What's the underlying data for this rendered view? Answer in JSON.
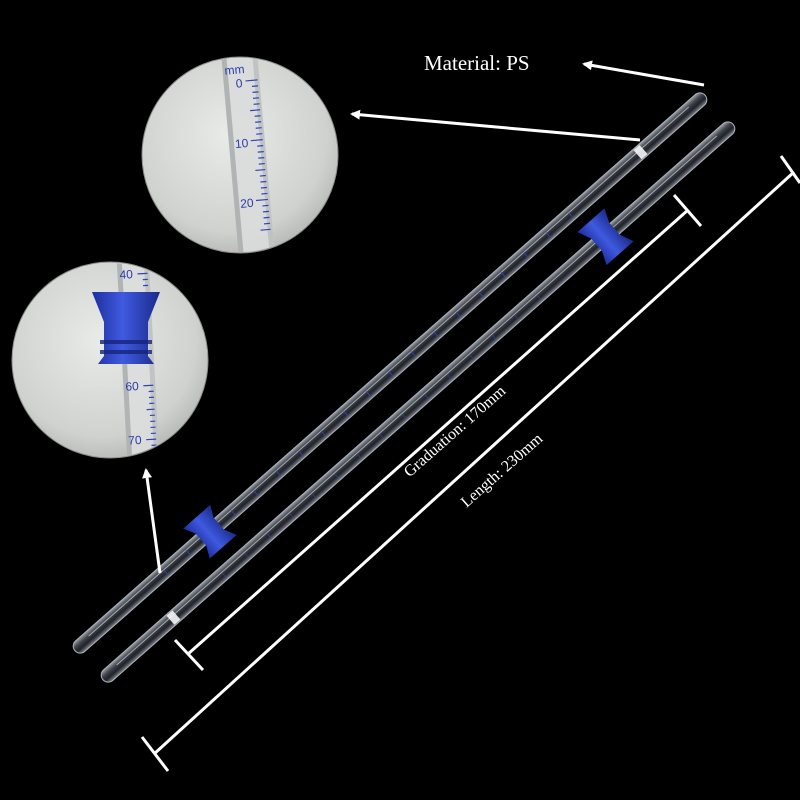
{
  "labels": {
    "material": "Material: PS",
    "graduation": "Graduation: 170mm",
    "length": "Length: 230mm"
  },
  "zoom_top": {
    "unit": "mm",
    "ticks": [
      "0",
      "10",
      "20"
    ]
  },
  "zoom_bottom": {
    "ticks": [
      "40",
      "60",
      "70"
    ]
  },
  "colors": {
    "background": "#000000",
    "annotation": "#ffffff",
    "plug": "#2f48c8",
    "scale": "#2c3aa8"
  }
}
